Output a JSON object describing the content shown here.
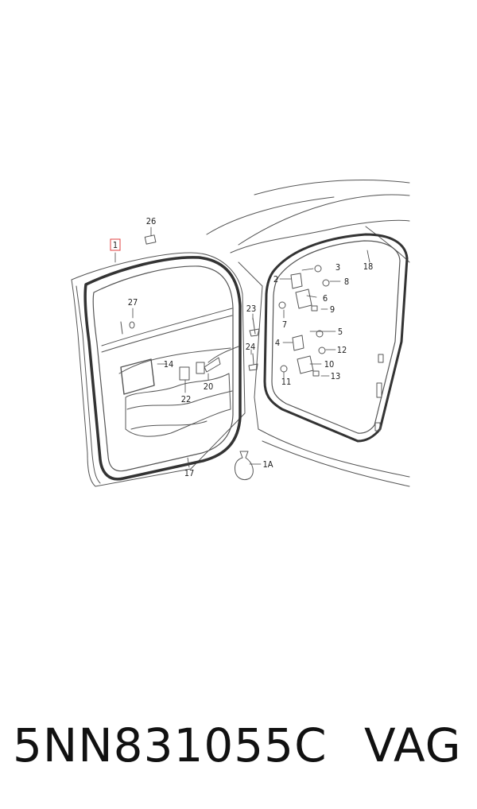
{
  "diagram": {
    "callouts": {
      "c1": "1",
      "c1a": "1A",
      "c2": "2",
      "c3": "3",
      "c4": "4",
      "c5": "5",
      "c6": "6",
      "c7": "7",
      "c8": "8",
      "c9": "9",
      "c10": "10",
      "c11": "11",
      "c12": "12",
      "c13": "13",
      "c14": "14",
      "c17": "17",
      "c18": "18",
      "c20": "20",
      "c22": "22",
      "c23": "23",
      "c24": "24",
      "c26": "26",
      "c27": "27"
    },
    "colors": {
      "line": "#444444",
      "seal": "#333333",
      "highlight": "#e04040"
    }
  },
  "caption": {
    "part_number": "5NN831055C",
    "brand": "VAG"
  }
}
